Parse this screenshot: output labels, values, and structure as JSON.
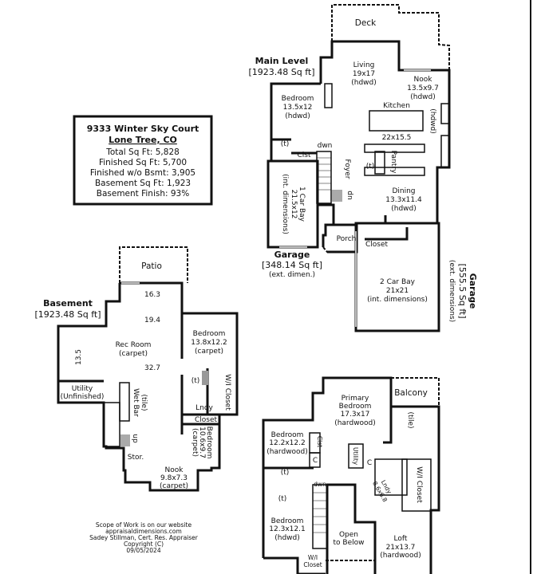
{
  "summary": {
    "address": "9333 Winter Sky Court",
    "city": "Lone Tree, CO",
    "lines": [
      "Total Sq Ft: 5,828",
      "Finished Sq Ft: 5,700",
      "Finished w/o Bsmt: 3,905",
      "Basement Sq Ft: 1,923",
      "Basement Finish: 93%"
    ]
  },
  "main": {
    "title": "Main Level",
    "area": "[1923.48 Sq ft]",
    "deck": "Deck",
    "living": [
      "Living",
      "19x17",
      "(hdwd)"
    ],
    "nook": [
      "Nook",
      "13.5x9.7",
      "(hdwd)"
    ],
    "bedroom": [
      "Bedroom",
      "13.5x12",
      "(hdwd)"
    ],
    "kitchen": [
      "Kitchen",
      "22x15.5",
      "(hdwd)"
    ],
    "t": "(t)",
    "clst": "Clst",
    "dwn": "dwn",
    "foyer": "Foyer",
    "pantry": "Pantry",
    "dn": "dn",
    "dining": [
      "Dining",
      "13.3x11.4",
      "(hdwd)"
    ],
    "bay1": [
      "1 Car Bay",
      "21.5x12",
      "(int. dimensions)"
    ],
    "porch": "Porch",
    "closet": "Closet",
    "garage1": [
      "Garage",
      "[348.14 Sq ft]",
      "(ext. dimen.)"
    ],
    "bay2": [
      "2 Car Bay",
      "21x21",
      "(int. dimensions)"
    ],
    "garage2": [
      "Garage",
      "[555.5 Sq ft]",
      "(ext. dimensions)"
    ]
  },
  "basement": {
    "title": "Basement",
    "area": "[1923.48 Sq ft]",
    "patio": "Patio",
    "dims": [
      "16.3",
      "19.4",
      "32.7",
      "13.5"
    ],
    "rec": [
      "Rec Room",
      "(carpet)"
    ],
    "bedroom1": [
      "Bedroom",
      "13.8x12.2",
      "(carpet)"
    ],
    "utility": [
      "Utility",
      "(Unfinished)"
    ],
    "wetbar": [
      "Wet Bar",
      "(tile)"
    ],
    "t": "(t)",
    "wicloset": "W/I Closet",
    "lndy": "Lndy",
    "closet": "Closet",
    "up": "up",
    "bedroom2": [
      "Bedroom",
      "10.6x9.7",
      "(carpet)"
    ],
    "stor": "Stor.",
    "nook": [
      "Nook",
      "9.8x7.3",
      "(carpet)"
    ]
  },
  "upper": {
    "balcony": "Balcony",
    "primary": [
      "Primary",
      "Bedroom",
      "17.3x17",
      "(hardwood)"
    ],
    "tile": "(tile)",
    "bedroom1": [
      "Bedroom",
      "12.2x12.2",
      "(hardwood)"
    ],
    "clst": "Clst",
    "c": "C",
    "utility": "Utility",
    "lndy": [
      "Lndy",
      "8.6x6.8"
    ],
    "wicloset": "W/I Closet",
    "t": "(t)",
    "dwn": "dwn",
    "bedroom2": [
      "Bedroom",
      "12.3x12.1",
      "(hdwd)"
    ],
    "open": [
      "Open",
      "to Below"
    ],
    "loft": [
      "Loft",
      "21x13.7",
      "(hardwood)"
    ],
    "wicloset2": [
      "W/I",
      "Closet"
    ]
  },
  "footer": [
    "Scope of Work is on our website",
    "appraisaldimensions.com",
    "Sadey Stillman, Cert. Res. Appraiser",
    "Copyright (C)",
    "09/05/2024"
  ]
}
